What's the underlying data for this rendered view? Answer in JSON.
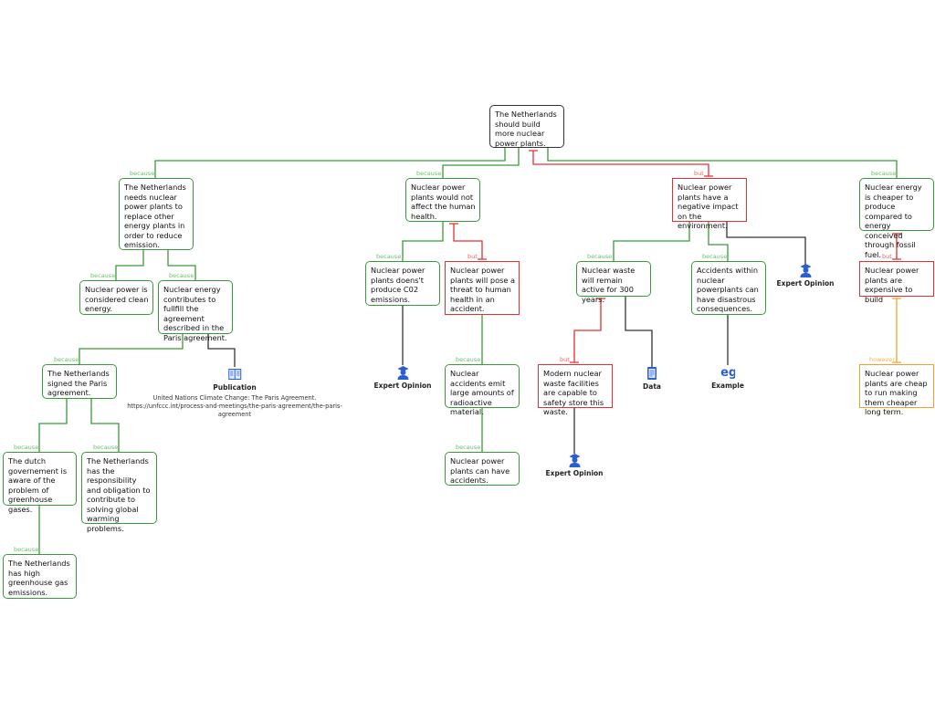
{
  "nodes": {
    "root": "The Netherlands should build more nuclear power plants.",
    "a1": "The Netherlands needs nuclear power plants to replace other energy plants in order to reduce emission.",
    "a1a": "Nuclear power is considered clean energy.",
    "a1b": "Nuclear energy contributes to fullfill the agreement described in the Paris agreement.",
    "a1b1": "The Netherlands signed the Paris agreement.",
    "dutch": "The dutch governement is aware of the problem of greenhouse gases.",
    "resp": "The Netherlands has the responsibility and obligation to contribute to solving global warming problems.",
    "high": "The Netherlands has high greenhouse gas emissions.",
    "b": "Nuclear power plants would not affect the human health.",
    "b1": "Nuclear power plants doens't produce C02 emissions.",
    "b2": "Nuclear power plants will pose a threat to human health in an accident.",
    "b2a": "Nuclear accidents emit large amounts of radioactive material.",
    "b2a1": "Nuclear power plants can have accidents.",
    "c": "Nuclear power plants have a negative impact on the environment.",
    "c1": "Nuclear waste will remain active for 300 years.",
    "c1a": "Modern nuclear waste facilities are capable to safety store this waste.",
    "c2": "Accidents within nuclear powerplants can have disastrous consequences.",
    "d": "Nuclear energy is cheaper to produce compared to energy conceived through fossil fuel.",
    "d1": "Nuclear power plants are expensive to build",
    "d1a": "Nuclear power plants are cheap to run making them cheaper long term."
  },
  "labels": {
    "because": "because",
    "but": "but",
    "however": "however"
  },
  "evidence": {
    "publication": "Publication",
    "publication_citation": "United Nations Climate Change: The Paris Agreement. https://unfccc.int/process-and-meetings/the-paris-agreement/the-paris-agreement",
    "expert_opinion": "Expert Opinion",
    "data": "Data",
    "example": "Example"
  },
  "colors": {
    "support": "#3a9a3a",
    "objection": "#e53030",
    "rebuttal": "#f0a030",
    "evidence": "#333333",
    "icon": "#2a5fd0"
  }
}
